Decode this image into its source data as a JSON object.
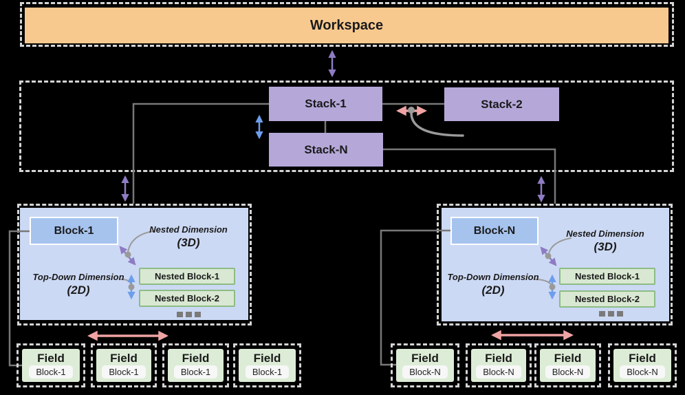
{
  "colors": {
    "background": "#000000",
    "workspace_fill": "#f8c98f",
    "stack_fill": "#b5a8d9",
    "block_container_fill": "#ccd9f4",
    "block_fill": "#a6c3ee",
    "block_border": "#ffffff",
    "nested_fill": "#d9e8d2",
    "nested_border": "#8cbc84",
    "field_fill": "#ddecd6",
    "pill_fill": "#f7f7f7",
    "dashed_border": "#d5d5d5",
    "wire": "#787878",
    "leader": "#9a9a9a",
    "arrow_purple": "#8e7cc3",
    "arrow_blue": "#6d9eeb",
    "arrow_pink": "#f0a3a3",
    "text_dark": "#1a1a1a"
  },
  "workspace": {
    "label": "Workspace"
  },
  "stacks": {
    "stack1_label": "Stack-1",
    "stack2_label": "Stack-2",
    "stackN_label": "Stack-N"
  },
  "block1": {
    "label": "Block-1",
    "nested_dim_title": "Nested Dimension",
    "nested_dim_tag": "(3D)",
    "topdown_dim_title": "Top-Down Dimension",
    "topdown_dim_tag": "(2D)",
    "nested_blocks": [
      "Nested Block-1",
      "Nested Block-2"
    ]
  },
  "blockN": {
    "label": "Block-N",
    "nested_dim_title": "Nested Dimension",
    "nested_dim_tag": "(3D)",
    "topdown_dim_title": "Top-Down Dimension",
    "topdown_dim_tag": "(2D)",
    "nested_blocks": [
      "Nested Block-1",
      "Nested Block-2"
    ]
  },
  "fields_left": [
    {
      "title": "Field",
      "subtitle": "Block-1"
    },
    {
      "title": "Field",
      "subtitle": "Block-1"
    },
    {
      "title": "Field",
      "subtitle": "Block-1"
    },
    {
      "title": "Field",
      "subtitle": "Block-1"
    }
  ],
  "fields_right": [
    {
      "title": "Field",
      "subtitle": "Block-N"
    },
    {
      "title": "Field",
      "subtitle": "Block-N"
    },
    {
      "title": "Field",
      "subtitle": "Block-N"
    },
    {
      "title": "Field",
      "subtitle": "Block-N"
    }
  ]
}
